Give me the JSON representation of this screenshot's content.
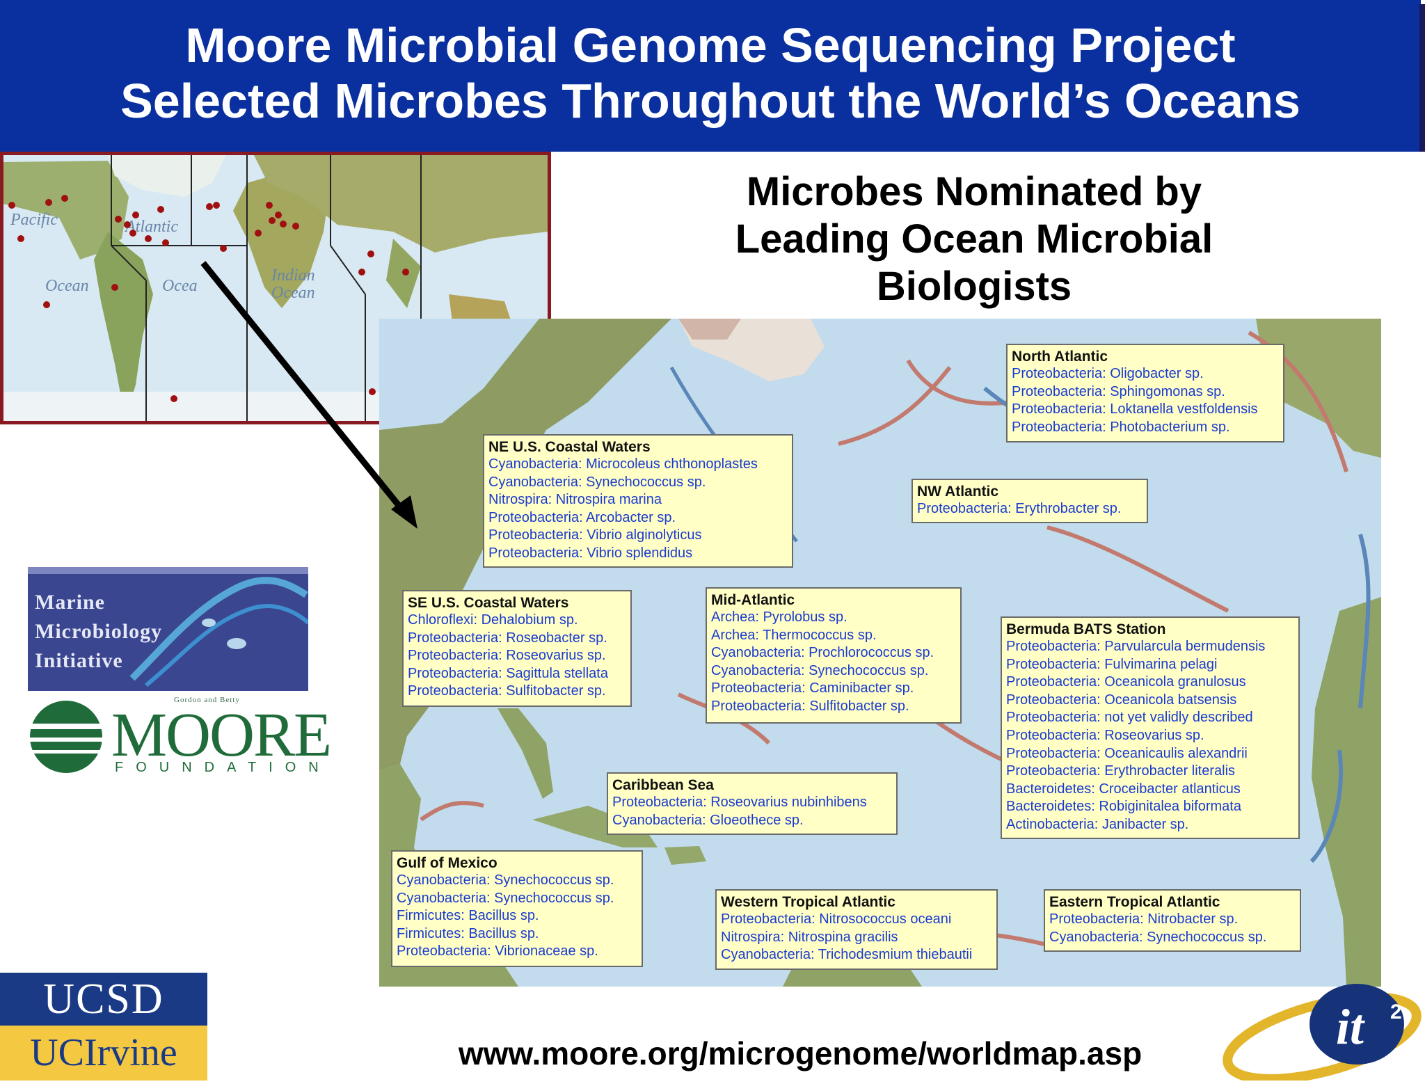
{
  "title": {
    "line1": "Moore Microbial Genome Sequencing Project",
    "line2": "Selected Microbes Throughout the World’s Oceans"
  },
  "subtitle": {
    "line1": "Microbes Nominated by",
    "line2": "Leading Ocean Microbial",
    "line3": "Biologists"
  },
  "world_map": {
    "labels": [
      "Pacific",
      "Atlantic",
      "Ocean",
      "Ocea",
      "Indian",
      "Ocean"
    ]
  },
  "regions": [
    {
      "title": "North Atlantic",
      "entries": [
        "Proteobacteria: Oligobacter sp.",
        "Proteobacteria: Sphingomonas sp.",
        "Proteobacteria: Loktanella vestfoldensis",
        "Proteobacteria: Photobacterium sp."
      ]
    },
    {
      "title": "NE U.S. Coastal Waters",
      "entries": [
        "Cyanobacteria: Microcoleus chthonoplastes",
        "Cyanobacteria: Synechococcus sp.",
        "Nitrospira: Nitrospira marina",
        "Proteobacteria: Arcobacter sp.",
        "Proteobacteria: Vibrio alginolyticus",
        "Proteobacteria: Vibrio splendidus"
      ]
    },
    {
      "title": "NW Atlantic",
      "entries": [
        "Proteobacteria: Erythrobacter sp."
      ]
    },
    {
      "title": "SE U.S. Coastal Waters",
      "entries": [
        "Chloroflexi: Dehalobium sp.",
        "Proteobacteria: Roseobacter sp.",
        "Proteobacteria: Roseovarius sp.",
        "Proteobacteria: Sagittula stellata",
        "Proteobacteria: Sulfitobacter sp."
      ]
    },
    {
      "title": "Mid-Atlantic",
      "entries": [
        "Archea: Pyrolobus sp.",
        "Archea: Thermococcus sp.",
        "Cyanobacteria: Prochlorococcus sp.",
        "Cyanobacteria: Synechococcus sp.",
        "Proteobacteria: Caminibacter sp.",
        "Proteobacteria: Sulfitobacter sp."
      ]
    },
    {
      "title": "Bermuda BATS Station",
      "entries": [
        "Proteobacteria: Parvularcula bermudensis",
        "Proteobacteria: Fulvimarina pelagi",
        "Proteobacteria: Oceanicola granulosus",
        "Proteobacteria: Oceanicola batsensis",
        "Proteobacteria: not yet validly described",
        "Proteobacteria: Roseovarius sp.",
        "Proteobacteria: Oceanicaulis alexandrii",
        "Proteobacteria: Erythrobacter literalis",
        "Bacteroidetes: Croceibacter atlanticus",
        "Bacteroidetes: Robiginitalea biformata",
        "Actinobacteria: Janibacter sp."
      ]
    },
    {
      "title": "Caribbean Sea",
      "entries": [
        "Proteobacteria: Roseovarius nubinhibens",
        "Cyanobacteria: Gloeothece sp."
      ]
    },
    {
      "title": "Gulf of Mexico",
      "entries": [
        "Cyanobacteria: Synechococcus sp.",
        "Cyanobacteria: Synechococcus sp.",
        "Firmicutes: Bacillus sp.",
        "Firmicutes: Bacillus sp.",
        "Proteobacteria: Vibrionaceae sp."
      ]
    },
    {
      "title": "Western Tropical Atlantic",
      "entries": [
        "Proteobacteria: Nitrosococcus oceani",
        "Nitrospira: Nitrospina gracilis",
        "Cyanobacteria: Trichodesmium thiebautii"
      ]
    },
    {
      "title": "Eastern Tropical Atlantic",
      "entries": [
        "Proteobacteria: Nitrobacter sp.",
        "Cyanobacteria: Synechococcus sp."
      ]
    }
  ],
  "logos": {
    "mmi_line1": "Marine",
    "mmi_line2": "Microbiology",
    "mmi_line3": "Initiative",
    "moore_small": "Gordon and Betty",
    "moore_big": "MOORE",
    "moore_foundation": "FOUNDATION",
    "ucsd": "UCSD",
    "ucirvine": "UCIrvine",
    "it2": "it"
  },
  "url": "www.moore.org/microgenome/worldmap.asp",
  "colors": {
    "title_bar": "#0a2f9e",
    "map_frame": "#8a1a22",
    "callout_bg": "#ffffc6",
    "entry_text": "#1b3bd0",
    "sample_dot": "#a01010"
  }
}
